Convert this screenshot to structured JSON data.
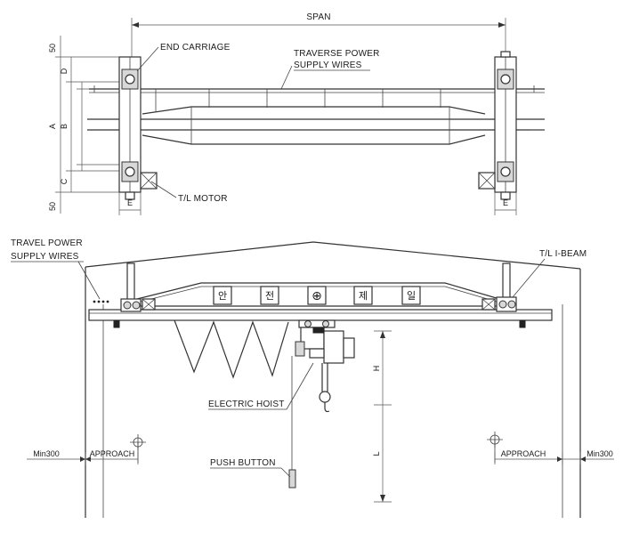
{
  "top_view": {
    "span_label": "SPAN",
    "end_carriage_label": "END CARRIAGE",
    "traverse_power_label_line1": "TRAVERSE POWER",
    "traverse_power_label_line2": "SUPPLY WIRES",
    "tl_motor_label": "T/L MOTOR",
    "dim_50_top": "50",
    "dim_50_bottom": "50",
    "dim_d": "D",
    "dim_a": "A",
    "dim_b": "B",
    "dim_c": "C",
    "dim_e_left": "E",
    "dim_e_right": "E"
  },
  "front_view": {
    "travel_power_label_line1": "TRAVEL POWER",
    "travel_power_label_line2": "SUPPLY WIRES",
    "tl_ibeam_label": "T/L I-BEAM",
    "electric_hoist_label": "ELECTRIC HOIST",
    "push_button_label": "PUSH BUTTON",
    "dim_h": "H",
    "dim_l": "L",
    "min300_left": "Min300",
    "min300_right": "Min300",
    "approach_left": "APPROACH",
    "approach_right": "APPROACH",
    "girder_plates": [
      "안",
      "전",
      "⊕",
      "제",
      "일"
    ]
  }
}
